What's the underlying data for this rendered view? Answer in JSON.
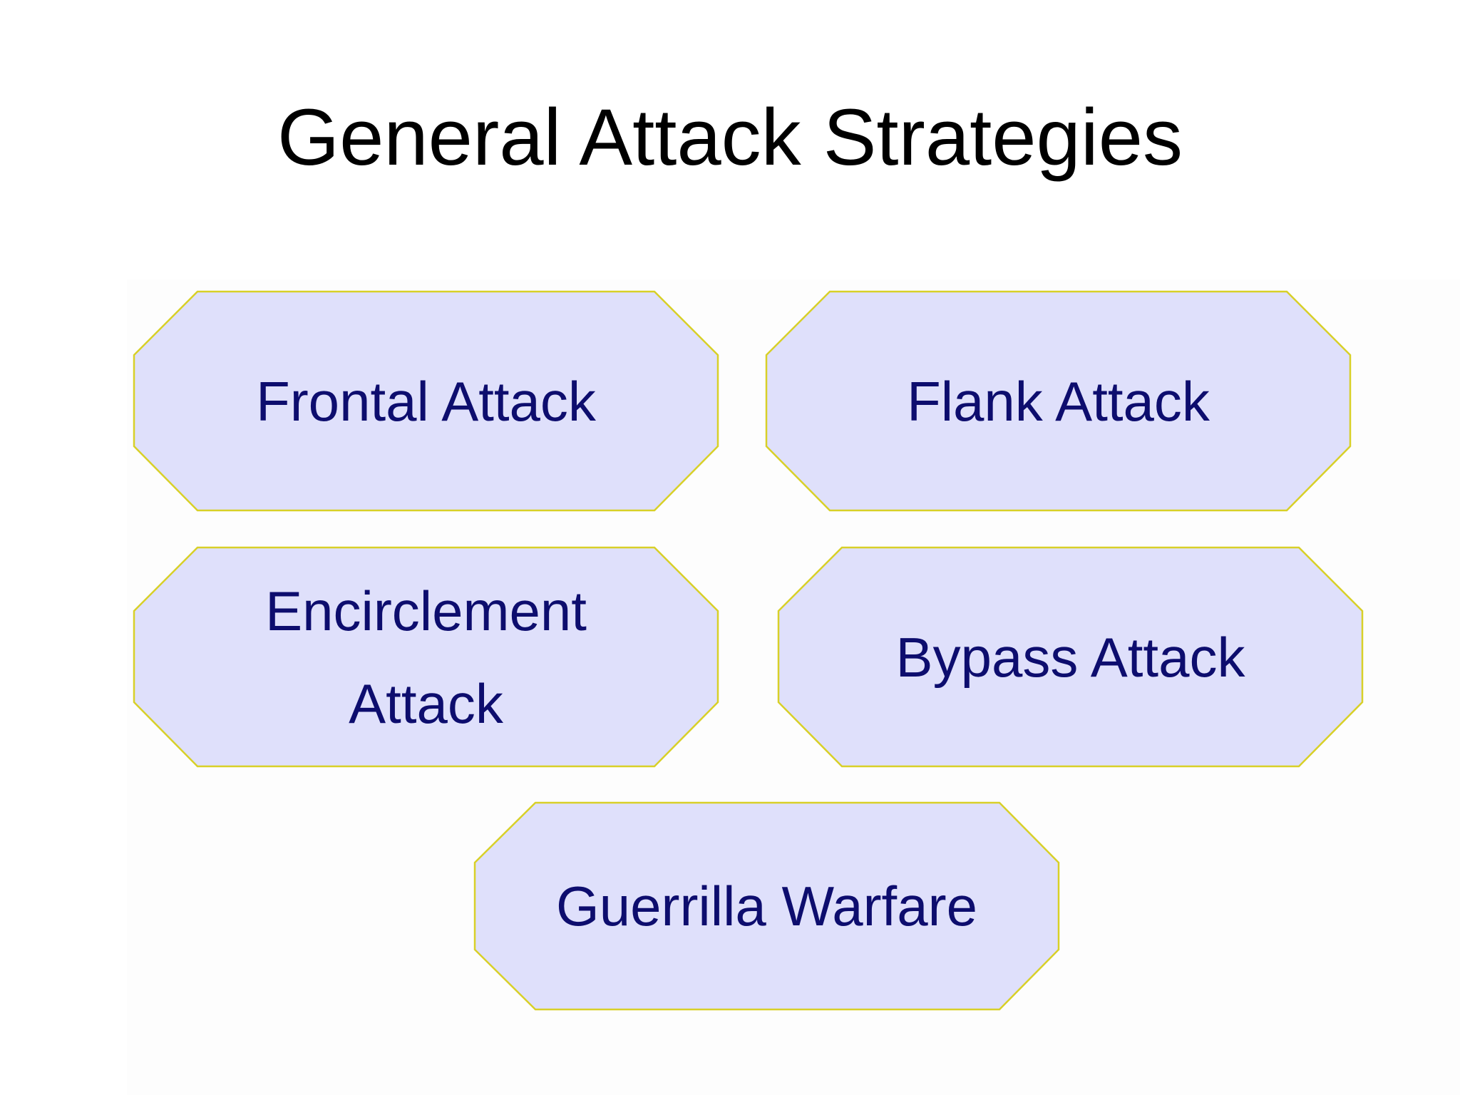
{
  "title": "General Attack Strategies",
  "colors": {
    "shape_fill": "#dfe0fb",
    "shape_border": "#d8d028",
    "label_text": "#0d0d6e",
    "title_text": "#000000"
  },
  "strategies": [
    {
      "label": "Frontal Attack"
    },
    {
      "label": "Flank Attack"
    },
    {
      "label": "Encirclement Attack"
    },
    {
      "label": "Bypass Attack"
    },
    {
      "label": "Guerrilla Warfare"
    }
  ]
}
